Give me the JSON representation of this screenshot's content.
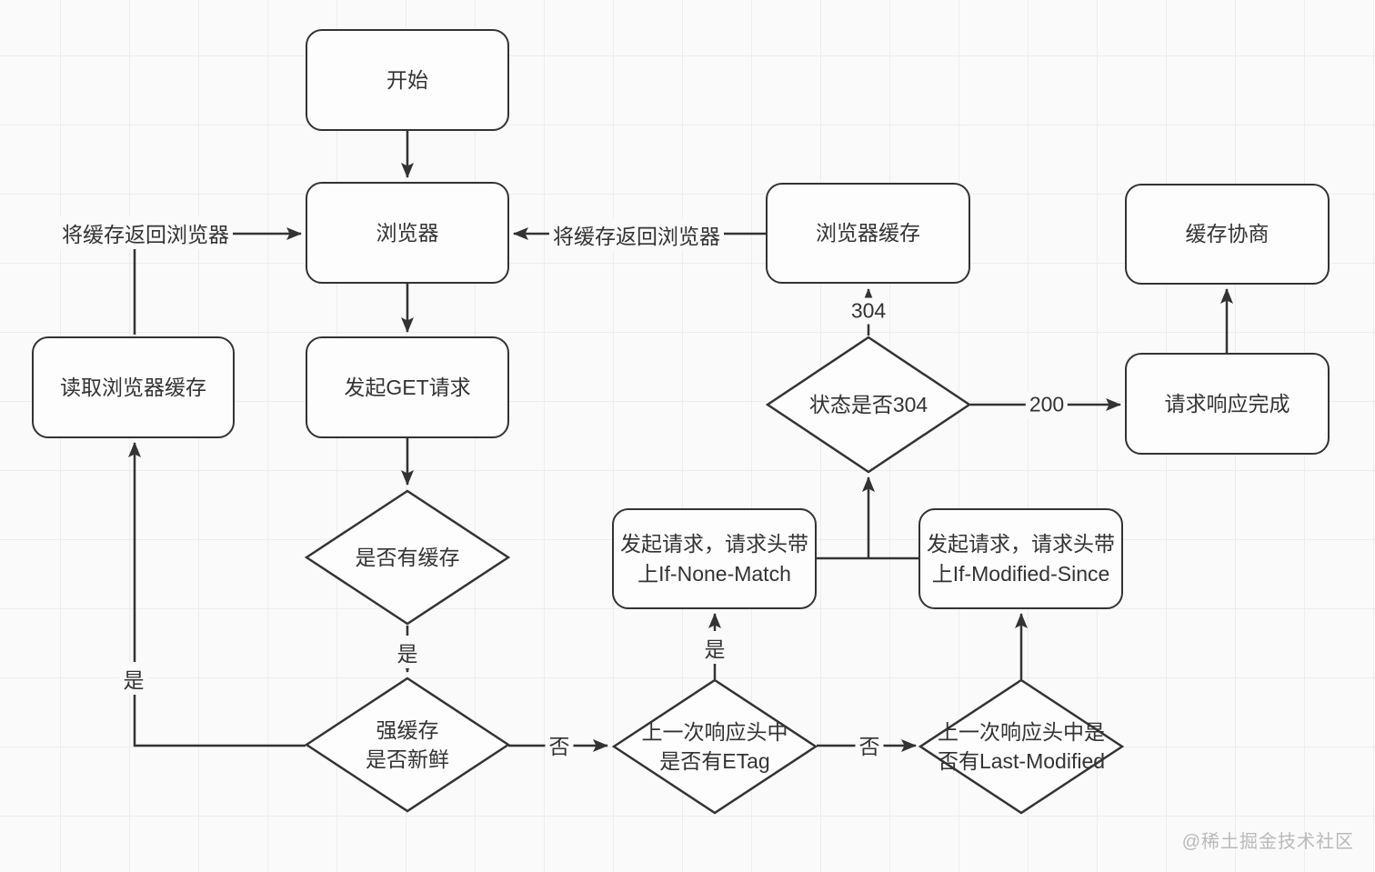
{
  "nodes": {
    "start": {
      "label": "开始"
    },
    "browser": {
      "label": "浏览器"
    },
    "get_request": {
      "label": "发起GET请求"
    },
    "read_cache": {
      "label": "读取浏览器缓存"
    },
    "browser_cache": {
      "label": "浏览器缓存"
    },
    "cache_negotiation": {
      "label": "缓存协商"
    },
    "response_complete": {
      "label": "请求响应完成"
    },
    "if_none_match": {
      "label": "发起请求，请求头带\n上If-None-Match"
    },
    "if_modified_since": {
      "label": "发起请求，请求头带\n上If-Modified-Since"
    },
    "has_cache": {
      "label": "是否有缓存"
    },
    "strong_cache_fresh": {
      "label": "强缓存\n是否新鲜"
    },
    "status_304": {
      "label": "状态是否304"
    },
    "has_etag": {
      "label": "上一次响应头中\n是否有ETag"
    },
    "has_last_modified": {
      "label": "上一次响应头中是\n否有Last-Modified"
    }
  },
  "edge_labels": {
    "return_cache_left": "将缓存返回浏览器",
    "return_cache_mid": "将缓存返回浏览器",
    "yes_has_cache": "是",
    "yes_to_read_cache": "是",
    "no_strong_cache": "否",
    "yes_has_etag": "是",
    "no_has_etag": "否",
    "code_304": "304",
    "code_200": "200"
  },
  "watermark": "@稀土掘金技术社区",
  "colors": {
    "stroke": "#333333",
    "node_fill": "#fdfdfd",
    "background": "#fafafa",
    "grid": "#ededed",
    "watermark_text": "#b9b9b9"
  }
}
